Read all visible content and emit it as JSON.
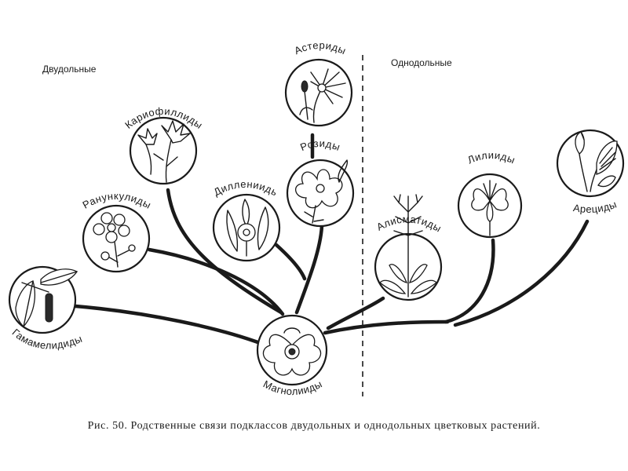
{
  "groups": {
    "dicots": "Двудольные",
    "monocots": "Однодольные"
  },
  "nodes": {
    "asteridae": "Астериды",
    "caryophyllidae": "Кариофиллиды",
    "rosidae": "Розиды",
    "dilleniidae": "Диллениидь",
    "ranunculidae": "Ранункулиды",
    "hamamelididae": "Гамамелидиды",
    "magnoliidae": "Магнолииды",
    "alismatidae": "Алисматиды",
    "liliidae": "Лилииды",
    "arecidae": "Арециды"
  },
  "caption": "Рис. 50. Родственные связи подклассов двудольных и однодольных цветковых растений."
}
